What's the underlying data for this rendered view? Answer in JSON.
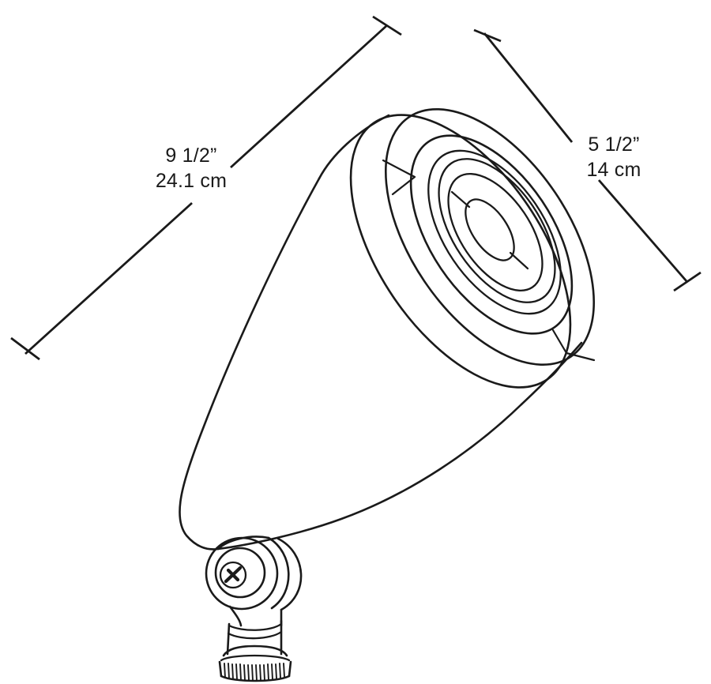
{
  "drawing": {
    "title": "Landscape Spotlight Dimensional Drawing",
    "subject": "bullet flood light fixture with adjustable knuckle and ground stake nut",
    "background_color": "#ffffff",
    "line_color": "#1a1a1a",
    "view": "three-quarter perspective line drawing"
  },
  "dimensions": {
    "length": {
      "name": "overall-length",
      "inches": "9 1/2”",
      "metric": "24.1 cm",
      "position": "upper-left",
      "terminator": "tick"
    },
    "width": {
      "name": "head-diameter",
      "inches": "5 1/2”",
      "metric": "14 cm",
      "position": "upper-right",
      "terminator": "tick"
    }
  },
  "parts": {
    "housing": "tapered conical body",
    "bezel": "front trim ring",
    "collar": "shroud ring",
    "reflector": "inner reflector cavity",
    "lens": "center lens",
    "knuckle": "adjustable knuckle joint",
    "screw": "phillips adjustment screw",
    "stem": "mounting stem",
    "nut": "knurled locking nut"
  }
}
